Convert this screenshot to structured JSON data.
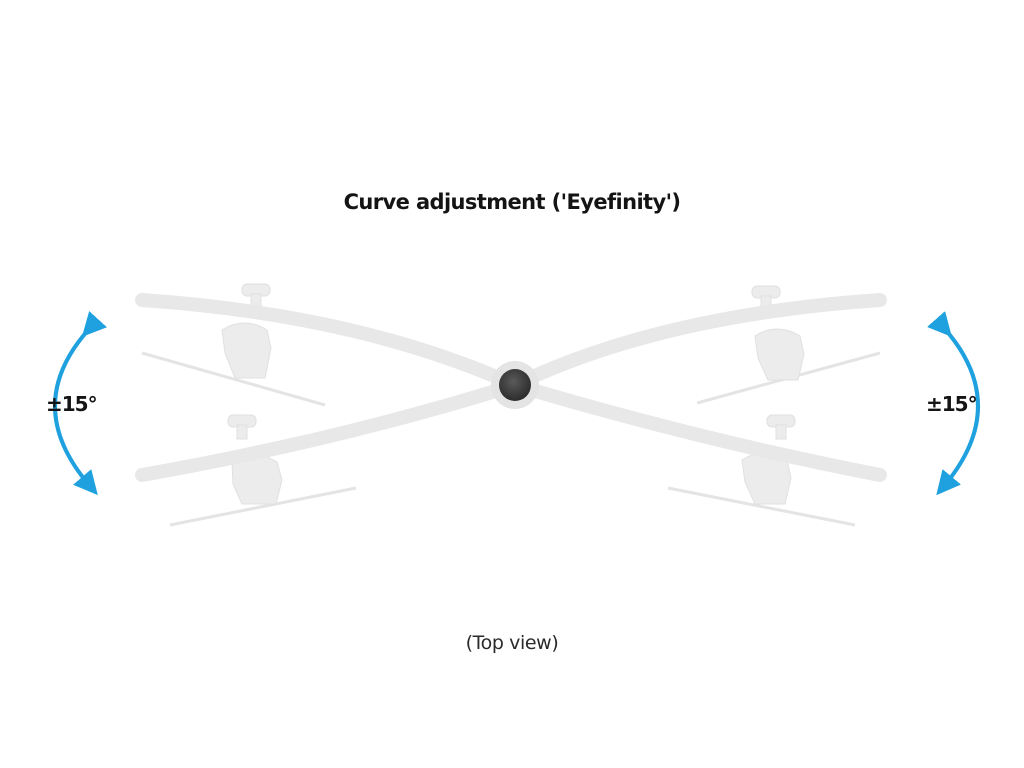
{
  "title": "Curve adjustment ('Eyefinity')",
  "caption": "(Top view)",
  "left_angle_label": "±15°",
  "right_angle_label": "±15°",
  "colors": {
    "arrow": "#1ea1de",
    "arm": "#e6e6e6",
    "pivot": "#3f3f3f",
    "text": "#141414"
  }
}
